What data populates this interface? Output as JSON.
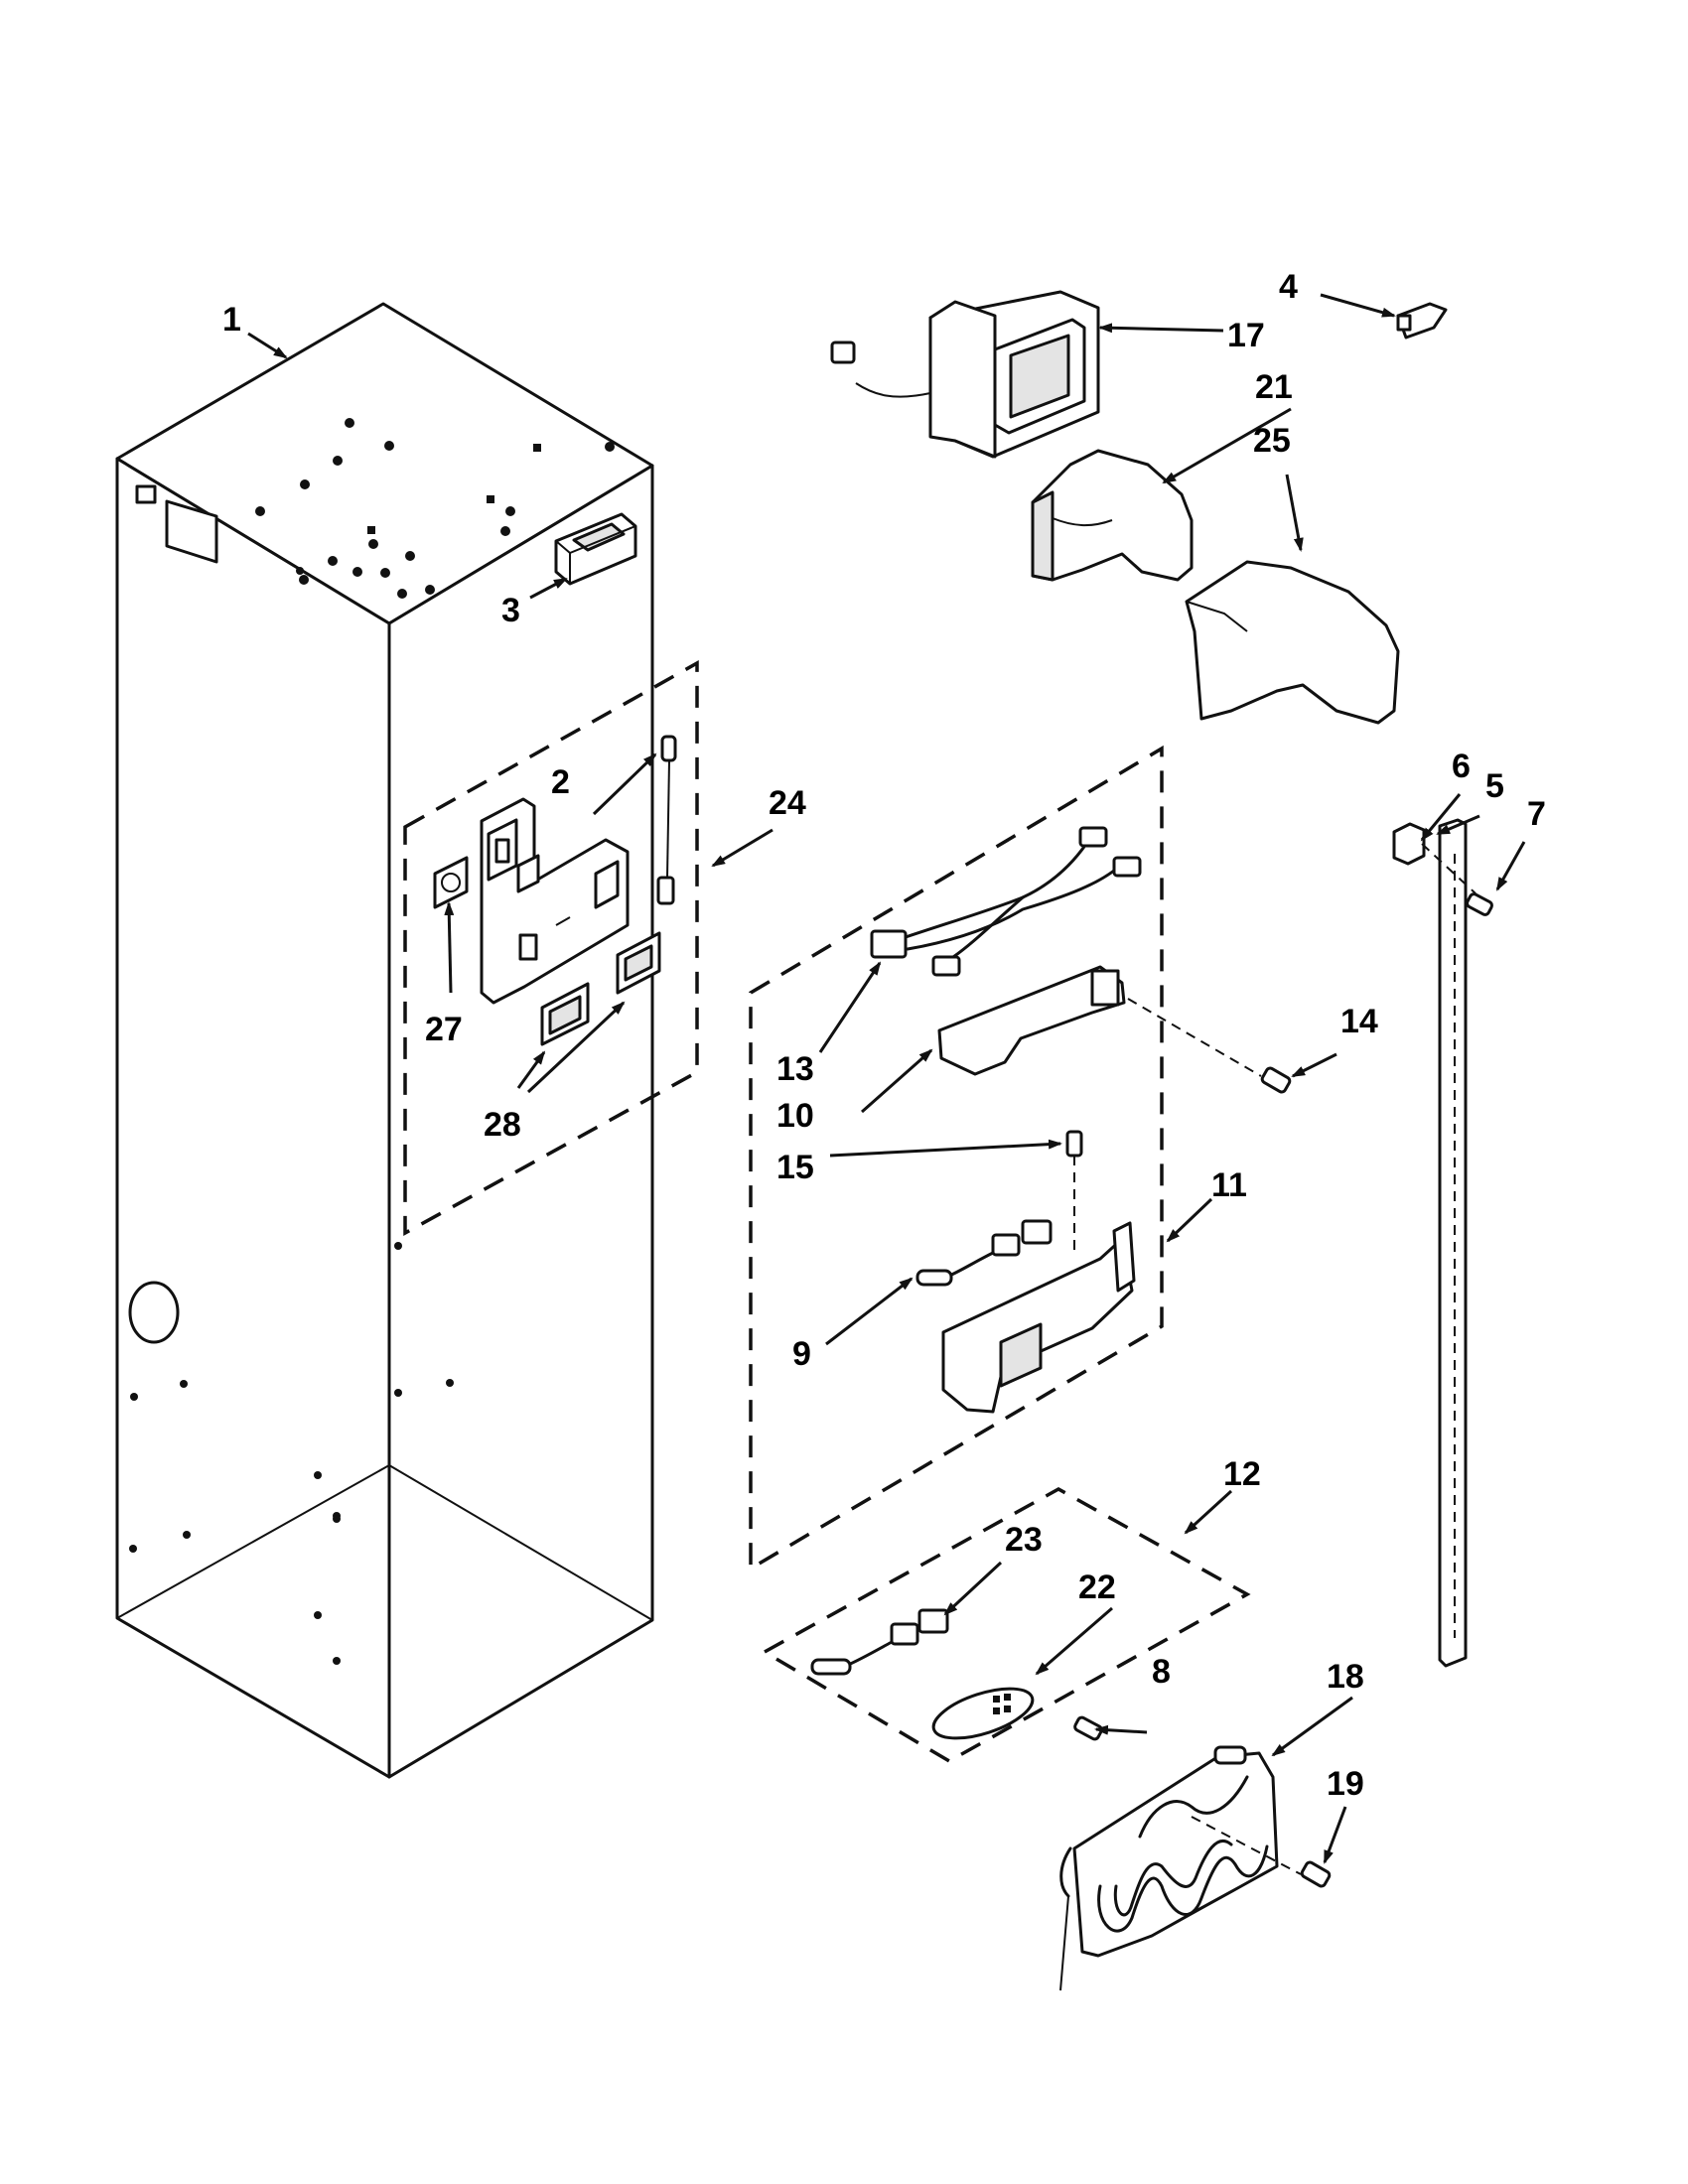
{
  "diagram": {
    "callouts": [
      "1",
      "2",
      "3",
      "4",
      "5",
      "6",
      "7",
      "8",
      "9",
      "10",
      "11",
      "12",
      "13",
      "14",
      "15",
      "17",
      "18",
      "19",
      "21",
      "22",
      "23",
      "24",
      "25",
      "27",
      "28"
    ]
  }
}
